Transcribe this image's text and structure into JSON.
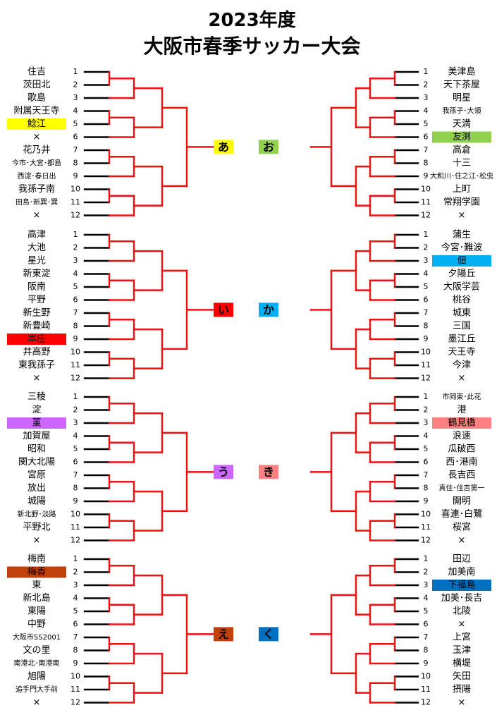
{
  "header": {
    "year_title": "2023年度",
    "event_title": "大阪市春季サッカー大会"
  },
  "blocks": [
    {
      "id": "a",
      "side": "left",
      "label": "あ",
      "color": "#ffff00",
      "teams": [
        "住吉",
        "茨田北",
        "歌島",
        "附属天王寺",
        "鯰江",
        "×",
        "花乃井",
        "今市･大宮･都島",
        "西淀･春日出",
        "我孫子南",
        "田島･新巽･巽",
        "×"
      ],
      "highlight": [
        4
      ]
    },
    {
      "id": "i",
      "side": "left",
      "label": "い",
      "color": "#ff0000",
      "teams": [
        "高津",
        "大池",
        "星光",
        "新東淀",
        "阪南",
        "平野",
        "新生野",
        "新豊崎",
        "本庄",
        "井高野",
        "東我孫子",
        "×"
      ],
      "highlight": [
        8
      ]
    },
    {
      "id": "u",
      "side": "left",
      "label": "う",
      "color": "#cc66ff",
      "teams": [
        "三稜",
        "淀",
        "菫",
        "加賀屋",
        "昭和",
        "関大北陽",
        "宮原",
        "放出",
        "城陽",
        "新北野･淡路",
        "平野北",
        "×"
      ],
      "highlight": [
        2
      ]
    },
    {
      "id": "e",
      "side": "left",
      "label": "え",
      "color": "#c0410c",
      "teams": [
        "梅南",
        "梅香",
        "東",
        "新北島",
        "東陽",
        "中野",
        "大阪市SS2001",
        "文の里",
        "南港北･南港南",
        "旭陽",
        "追手門大手前",
        "×"
      ],
      "highlight": [
        1
      ]
    },
    {
      "id": "o",
      "side": "right",
      "label": "お",
      "color": "#92d050",
      "teams": [
        "美津島",
        "天下茶屋",
        "明星",
        "我孫子･大領",
        "天満",
        "友渕",
        "高倉",
        "十三",
        "大和川･住之江･松虫",
        "上町",
        "常翔学園",
        "×"
      ],
      "highlight": [
        5
      ]
    },
    {
      "id": "ka",
      "side": "right",
      "label": "か",
      "color": "#00b0f0",
      "teams": [
        "蒲生",
        "今宮･難波",
        "佃",
        "夕陽丘",
        "大阪学芸",
        "桃谷",
        "城東",
        "三国",
        "墨江丘",
        "天王寺",
        "今津",
        "×"
      ],
      "highlight": [
        2
      ]
    },
    {
      "id": "ki",
      "side": "right",
      "label": "き",
      "color": "#ff8080",
      "teams": [
        "市岡東･此花",
        "港",
        "鶴見橋",
        "浪速",
        "瓜破西",
        "西･港南",
        "長吉西",
        "真住･住吉第一",
        "開明",
        "喜連･白鷺",
        "桜宮",
        "×"
      ],
      "highlight": [
        2
      ]
    },
    {
      "id": "ku",
      "side": "right",
      "label": "く",
      "color": "#0070c0",
      "teams": [
        "田辺",
        "加美南",
        "下福島",
        "加美･長吉",
        "北陵",
        "×",
        "上宮",
        "玉津",
        "横堤",
        "矢田",
        "摂陽",
        "×"
      ],
      "highlight": [
        2
      ]
    }
  ],
  "seed_numbers": [
    "1",
    "2",
    "3",
    "4",
    "5",
    "6",
    "7",
    "8",
    "9",
    "10",
    "11",
    "12"
  ],
  "colors": {
    "win_line": "#ee1111",
    "base_line": "#000000"
  }
}
